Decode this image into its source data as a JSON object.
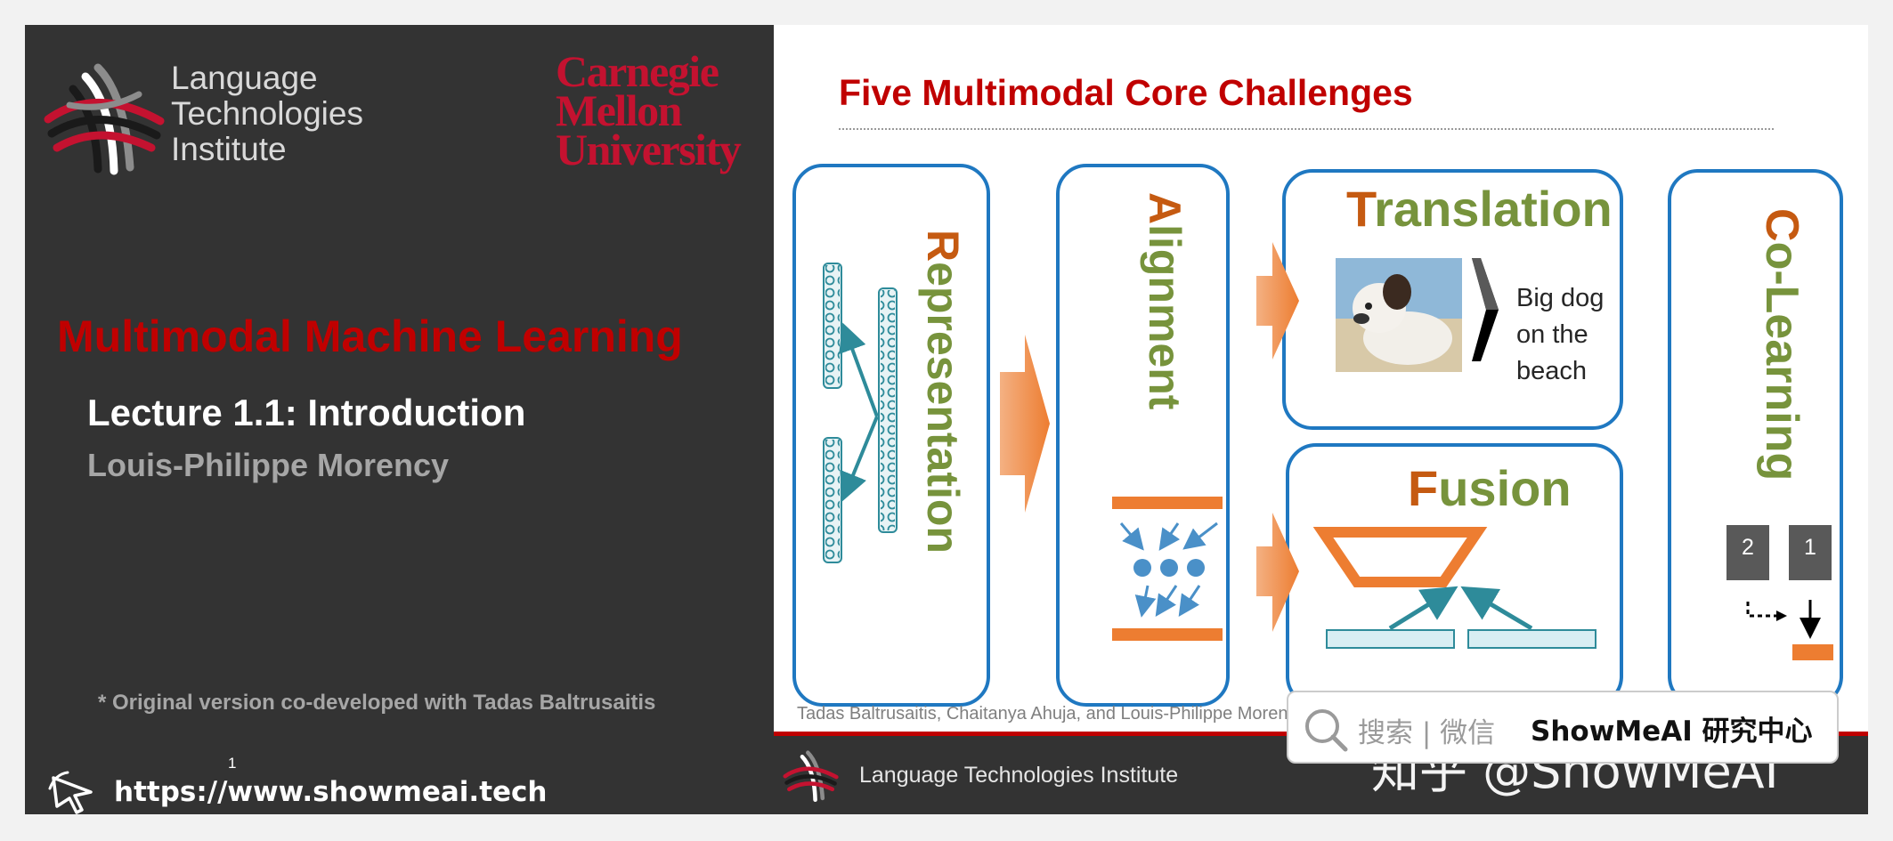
{
  "left_slide": {
    "institute_name": [
      "Language",
      "Technologies",
      "Institute"
    ],
    "university_name": [
      "Carnegie",
      "Mellon",
      "University"
    ],
    "course_title": "Multimodal Machine Learning",
    "lecture": "Lecture 1.1: Introduction",
    "author": "Louis-Philippe Morency",
    "credit": "* Original version co-developed with Tadas Baltrusaitis",
    "slide_number": "1",
    "url": "https://www.showmeai.tech"
  },
  "right_slide": {
    "title": "Five Multimodal Core Challenges",
    "challenges": {
      "representation": {
        "initial": "R",
        "rest": "epresentation"
      },
      "alignment": {
        "initial": "A",
        "rest": "lignment"
      },
      "translation": {
        "initial": "T",
        "rest": "ranslation"
      },
      "fusion": {
        "initial": "F",
        "rest": "usion"
      },
      "colearning": {
        "initial": "C",
        "rest": "o-Learning"
      }
    },
    "translation_caption": [
      "Big dog",
      "on the",
      "beach"
    ],
    "colearning_boxes": [
      "2",
      "1"
    ],
    "citation": "Tadas Baltrusaitis, Chaitanya Ahuja, and Louis-Philippe Morency",
    "footer": "Language Technologies Institute"
  },
  "overlay": {
    "search_hint": "搜索 | 微信",
    "search_brand": "ShowMeAI 研究中心",
    "watermark": "知乎 @ShowMeAI"
  },
  "colors": {
    "accent_red": "#c00000",
    "cmu_red": "#c41230",
    "box_blue": "#1f78c1",
    "arrow_orange": "#ed7d31",
    "text_green": "#77933c",
    "dark_panel": "#333333"
  }
}
